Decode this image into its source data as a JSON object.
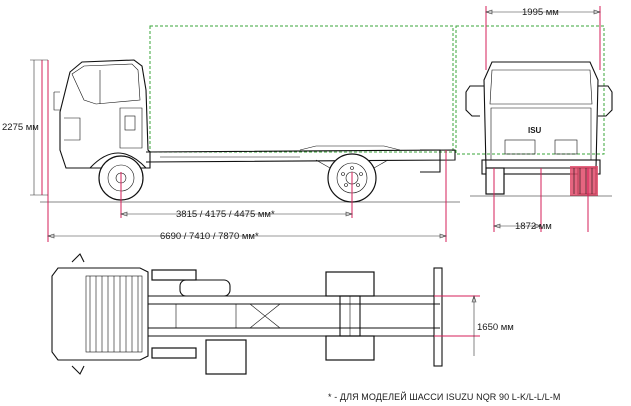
{
  "dimensions": {
    "height": "2275 мм",
    "width_top": "1995 мм",
    "wheelbase": "3815 / 4175 / 4475 мм*",
    "length": "6690 / 7410 / 7870 мм*",
    "track": "1872 мм",
    "frame_width": "1650 мм"
  },
  "cab_badge": "ISU",
  "footnote": "* - ДЛЯ МОДЕЛЕЙ ШАССИ ISUZU NQR 90 L-K/L-L/L-M",
  "colors": {
    "extension_lines": "#d61f5a",
    "body_outline": "#3aa63a",
    "drawing": "#111111"
  }
}
